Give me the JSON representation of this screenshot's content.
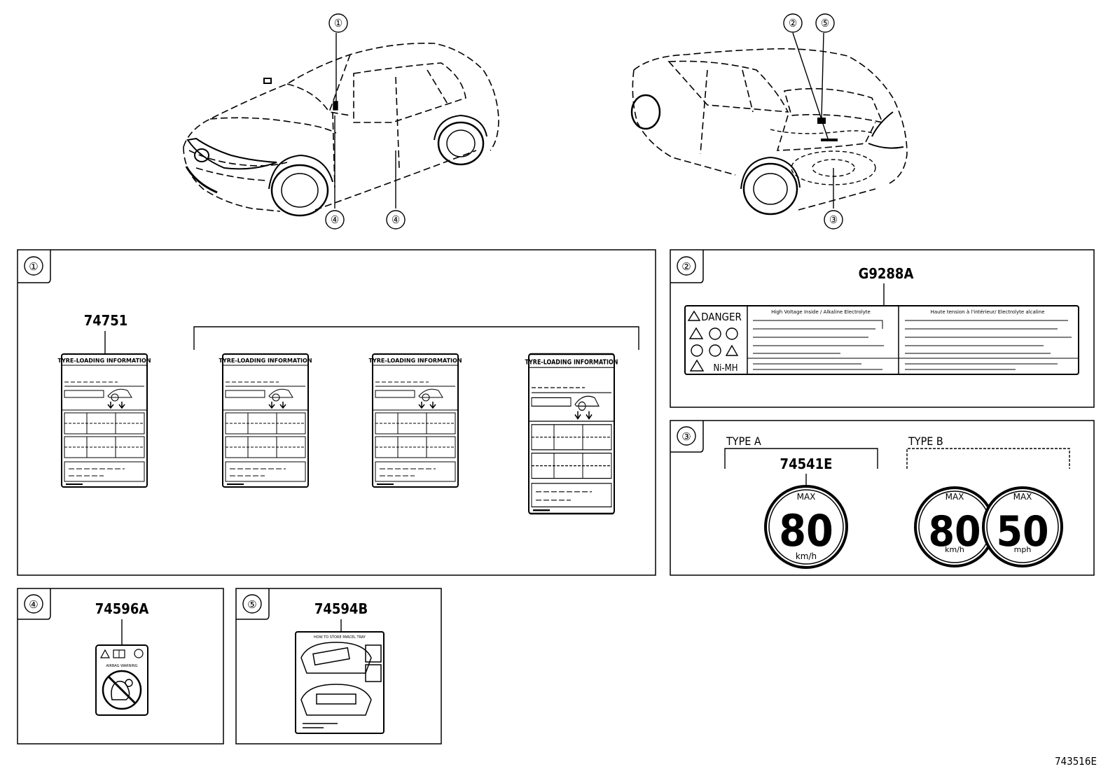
{
  "callouts": {
    "c1": "①",
    "c2": "②",
    "c3": "③",
    "c4": "④",
    "c5": "⑤"
  },
  "panel1": {
    "part_number": "74751",
    "label_title": "TYRE-LOADING INFORMATION"
  },
  "panel2": {
    "part_number": "G9288A",
    "danger_word": "DANGER",
    "battery_type": "Ni-MH",
    "text_en": "High Voltage Inside / Alkaline Electrolyte",
    "text_fr": "Haute tension à l'intérieur/ Electrolyte alcaline"
  },
  "panel3": {
    "type_a": "TYPE A",
    "type_b": "TYPE B",
    "part_number": "74541E",
    "max_word": "MAX",
    "speed_a": "80",
    "unit_a": "km/h",
    "speed_b1": "80",
    "unit_b1": "km/h",
    "speed_b2": "50",
    "unit_b2": "mph"
  },
  "panel4": {
    "part_number": "74596A",
    "label_text": "AIRBAG WARNING"
  },
  "panel5": {
    "part_number": "74594B",
    "label_text": "HOW TO STORE PARCEL TRAY"
  },
  "figure_id": "743516E"
}
